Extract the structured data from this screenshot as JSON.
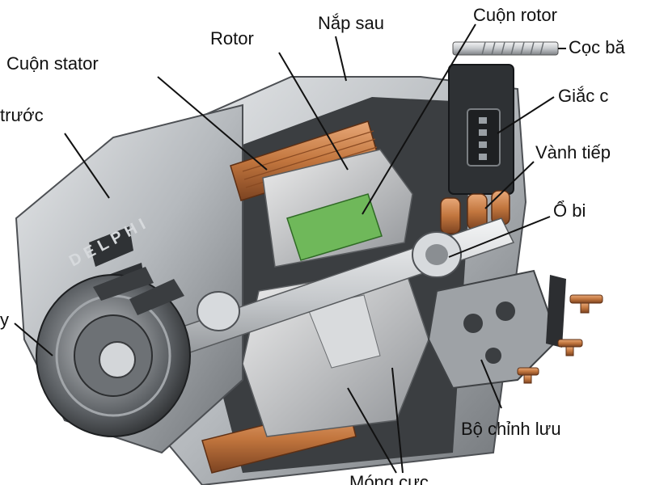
{
  "labels": {
    "nap_sau": "Nắp sau",
    "cuon_rotor": "Cuộn rotor",
    "coc_ba": "Cọc bă",
    "rotor": "Rotor",
    "cuon_stator": "Cuộn stator",
    "giac_c": "Giắc c",
    "nap_truoc": "trước",
    "vanh_tiep": "Vành tiếp",
    "o_bi": "Ổ bi",
    "puly": "y",
    "bo_chinh_luu": "Bộ chỉnh lưu",
    "mong_cuc": "Móng cực"
  },
  "brand": "DELPHI",
  "colors": {
    "housing": "#b8bcc0",
    "housing_dark": "#5e6266",
    "copper": "#c2763e",
    "rotor_green": "#6fb85a",
    "shaft": "#d9dcdf",
    "leader": "#111111"
  }
}
